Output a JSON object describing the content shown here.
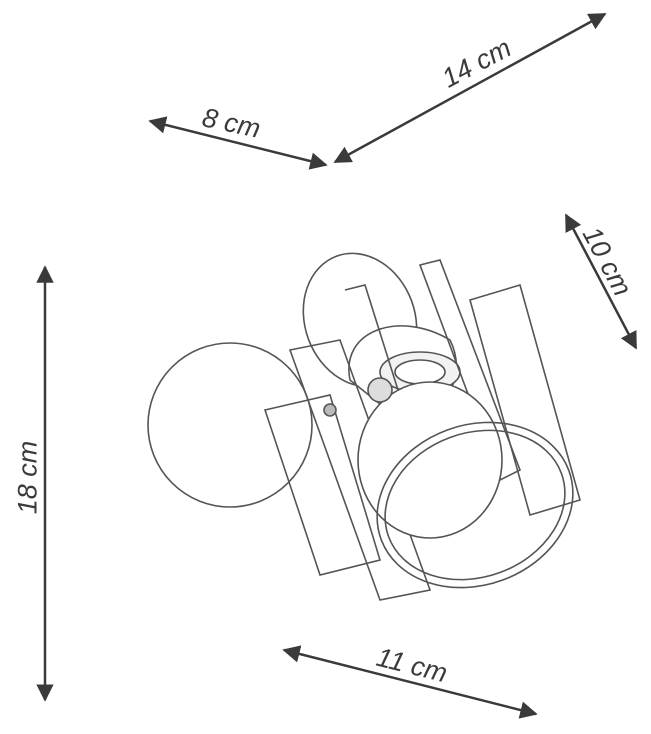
{
  "dimensions": {
    "depth_top": "14 cm",
    "width_top": "8 cm",
    "shade": "10 cm",
    "height": "18 cm",
    "base": "11 cm"
  },
  "colors": {
    "line": "#3a3a3a",
    "drawing": "#555555"
  }
}
